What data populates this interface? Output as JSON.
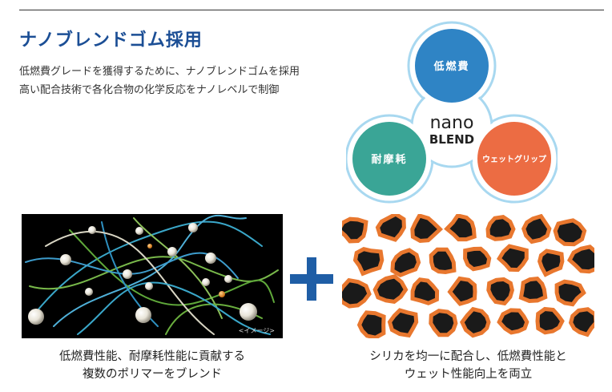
{
  "header": {
    "title": "ナノブレンドゴム採用",
    "description_line1": "低燃費グレードを獲得するために、ナノブレンドゴムを採用",
    "description_line2": "高い配合技術で各化合物の化学反応をナノレベルで制御"
  },
  "diagram": {
    "center_top": "nano",
    "center_bottom": "BLEND",
    "top_label": "低燃費",
    "left_label": "耐摩耗",
    "right_label": "ウェットグリップ",
    "colors": {
      "top": "#2f84c5",
      "left": "#3aa596",
      "right": "#ec6c43",
      "outline": "#a8d8f0"
    }
  },
  "left_panel": {
    "image_note": "<イメージ>",
    "caption_line1": "低燃費性能、耐摩耗性能に貢献する",
    "caption_line2": "複数のポリマーをブレンド"
  },
  "right_panel": {
    "caption_line1": "シリカを均一に配合し、低燃費性能と",
    "caption_line2": "ウェット性能向上を両立"
  },
  "plus_icon": {
    "color": "#1f5ea6"
  }
}
